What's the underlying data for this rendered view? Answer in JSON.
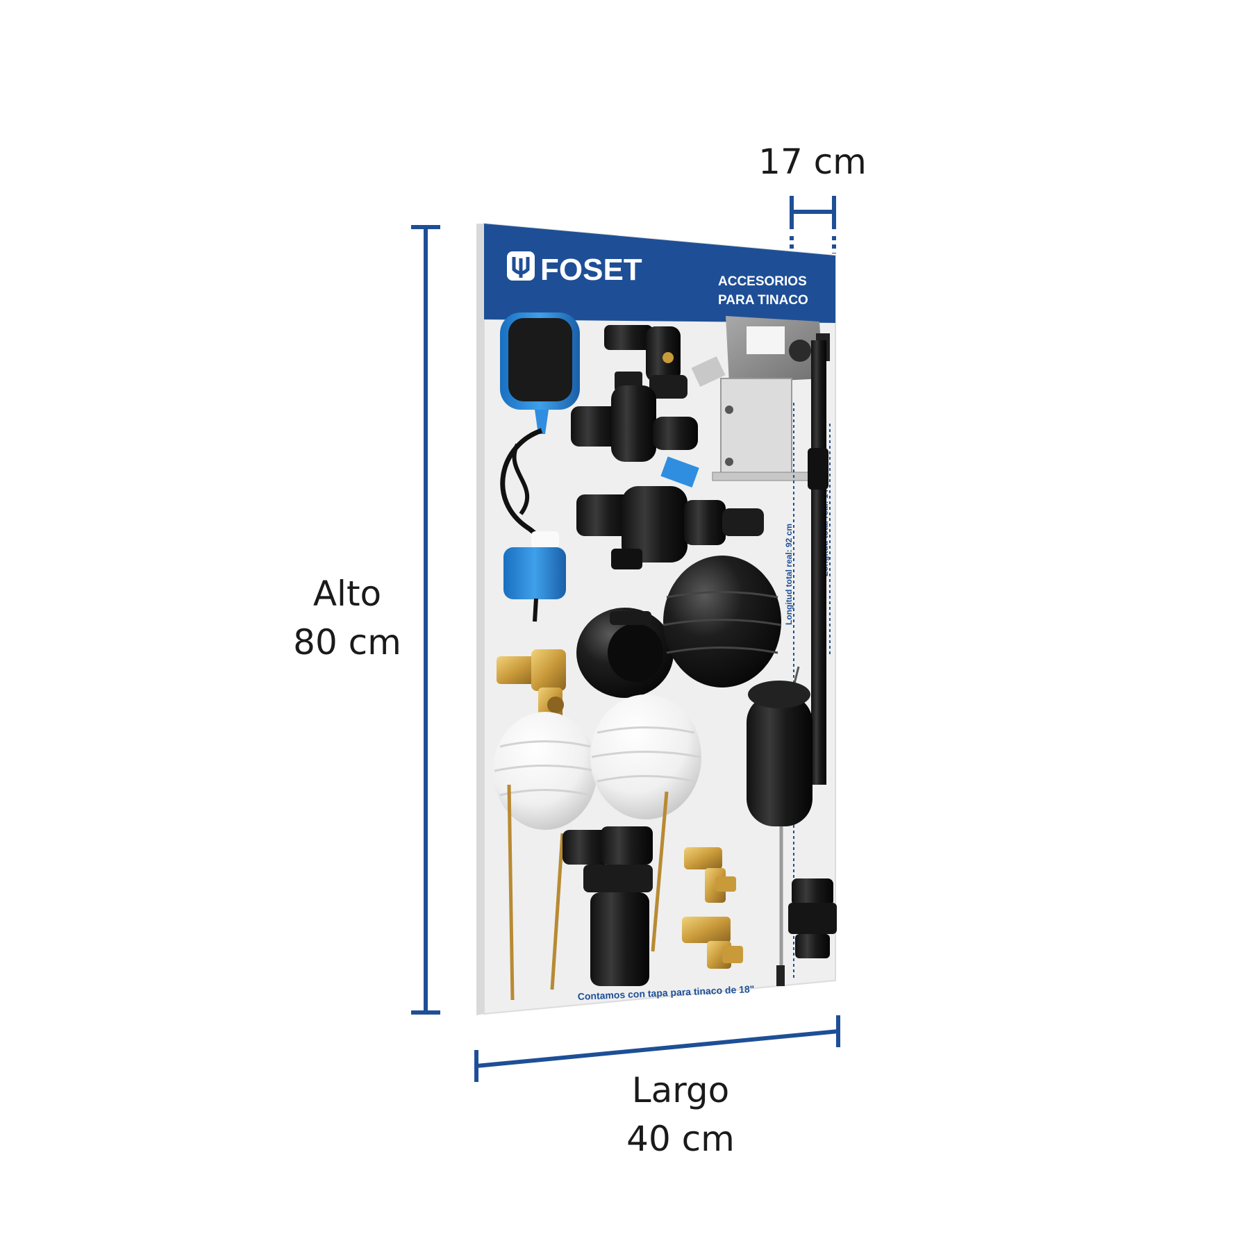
{
  "dimensions": {
    "depth": "17 cm",
    "height_label": "Alto",
    "height_value": "80 cm",
    "width_label": "Largo",
    "width_value": "40 cm"
  },
  "panel": {
    "brand": "FOSET",
    "title_line1": "ACCESORIOS",
    "title_line2": "PARA TINACO",
    "footer": "Contamos con tapa para tinaco de 18\"",
    "length_label_a": "Longitud total real: 92 cm",
    "length_label_b": "Longitud total real: 140 cm"
  },
  "colors": {
    "brand_blue": "#1e4f96",
    "panel_face": "#efefef",
    "dim_line": "#1e4f96",
    "brass": "#c99a3a"
  }
}
